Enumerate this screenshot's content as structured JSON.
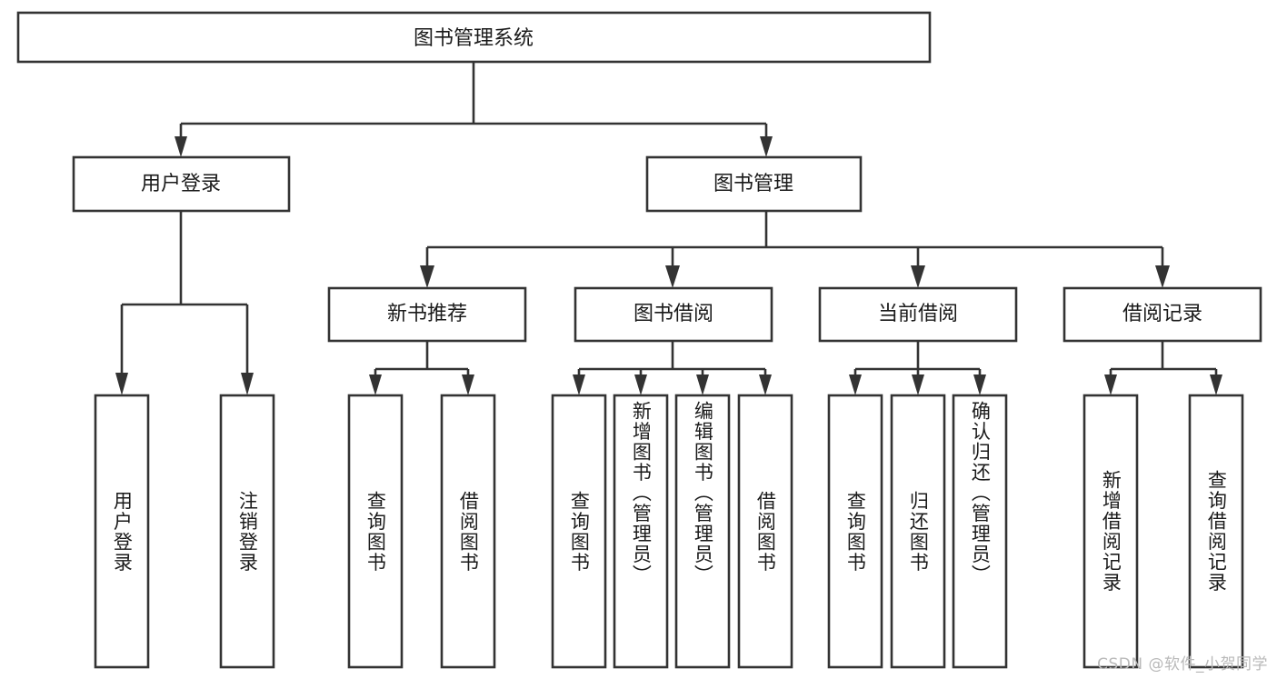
{
  "diagram": {
    "type": "tree-hierarchy",
    "title": "图书管理系统",
    "watermark": "CSDN @软件_小贺同学",
    "colors": {
      "stroke": "#333333",
      "fill": "#ffffff",
      "text": "#1a1a1a",
      "watermark": "#b9b9b9",
      "background": "#ffffff"
    },
    "levels": [
      {
        "level": 1,
        "orientation": "horizontal",
        "nodes": [
          {
            "id": "root",
            "label": "图书管理系统"
          }
        ]
      },
      {
        "level": 2,
        "orientation": "horizontal",
        "nodes": [
          {
            "id": "login",
            "label": "用户登录",
            "parent": "root"
          },
          {
            "id": "bookmgmt",
            "label": "图书管理",
            "parent": "root"
          }
        ]
      },
      {
        "level": 3,
        "orientation": "horizontal",
        "nodes": [
          {
            "id": "newbook",
            "label": "新书推荐",
            "parent": "bookmgmt"
          },
          {
            "id": "borrow",
            "label": "图书借阅",
            "parent": "bookmgmt"
          },
          {
            "id": "current",
            "label": "当前借阅",
            "parent": "bookmgmt"
          },
          {
            "id": "record",
            "label": "借阅记录",
            "parent": "bookmgmt"
          }
        ]
      },
      {
        "level": 4,
        "orientation": "vertical",
        "nodes": [
          {
            "id": "leaf1",
            "label": "用户登录",
            "parent": "login"
          },
          {
            "id": "leaf2",
            "label": "注销登录",
            "parent": "login"
          },
          {
            "id": "leaf3",
            "label": "查询图书",
            "parent": "newbook"
          },
          {
            "id": "leaf4",
            "label": "借阅图书",
            "parent": "newbook"
          },
          {
            "id": "leaf5",
            "label": "查询图书",
            "parent": "borrow"
          },
          {
            "id": "leaf6",
            "label": "新增图书（管理员）",
            "parent": "borrow"
          },
          {
            "id": "leaf7",
            "label": "编辑图书（管理员）",
            "parent": "borrow"
          },
          {
            "id": "leaf8",
            "label": "借阅图书",
            "parent": "borrow"
          },
          {
            "id": "leaf9",
            "label": "查询图书",
            "parent": "current"
          },
          {
            "id": "leaf10",
            "label": "归还图书",
            "parent": "current"
          },
          {
            "id": "leaf11",
            "label": "确认归还（管理员）",
            "parent": "current"
          },
          {
            "id": "leaf12",
            "label": "新增借阅记录",
            "parent": "record"
          },
          {
            "id": "leaf13",
            "label": "查询借阅记录",
            "parent": "record"
          }
        ]
      }
    ]
  }
}
